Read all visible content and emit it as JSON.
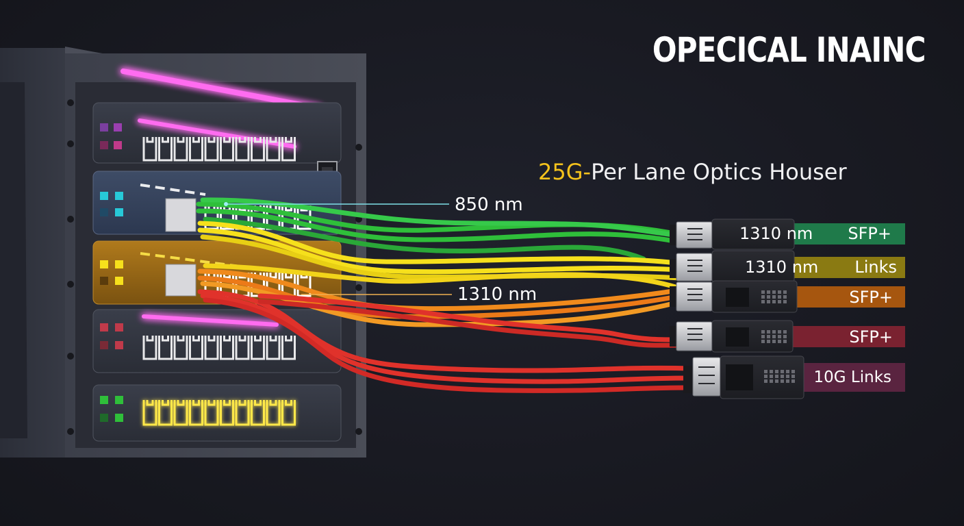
{
  "title": "OPECICAL INAINC",
  "subtitle": {
    "highlight": "25G-",
    "rest": "Per Lane Optics Houser"
  },
  "callouts": [
    {
      "text": "850 nm"
    },
    {
      "text": "1310 nm"
    }
  ],
  "modules": [
    {
      "wavelength": "1310 nm",
      "tag": "SFP+",
      "color": "#1f7a4a"
    },
    {
      "wavelength": "1310 nm",
      "tag": "Links",
      "color": "#8a7a12"
    },
    {
      "wavelength": "",
      "tag": "SFP+",
      "color": "#a6560f"
    },
    {
      "wavelength": "",
      "tag": "SFP+",
      "color": "#7a2230"
    },
    {
      "wavelength": "",
      "tag": "10G Links",
      "color": "#5a2440"
    }
  ],
  "colors": {
    "green": "#2fbf3a",
    "yellow": "#f6e01c",
    "orange": "#f08a1c",
    "red": "#e0322b",
    "magenta_glow": "#ff6cf0",
    "yellow_glow": "#ffe84a"
  }
}
